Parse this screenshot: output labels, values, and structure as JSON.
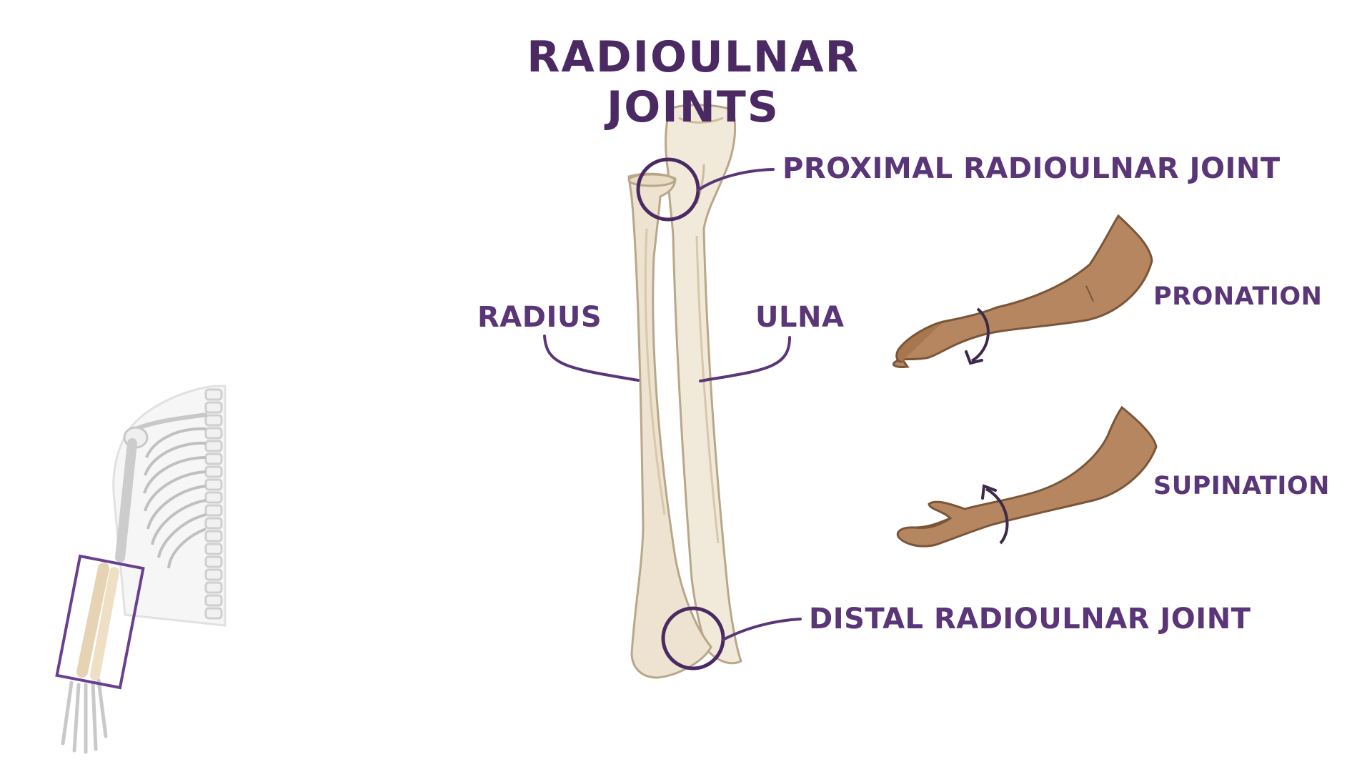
{
  "title": "RADIOULNAR JOINTS",
  "labels": {
    "proximal_joint": "PROXIMAL RADIOULNAR JOINT",
    "distal_joint": "DISTAL RADIOULNAR JOINT",
    "radius": "RADIUS",
    "ulna": "ULNA",
    "pronation": "PRONATION",
    "supination": "SUPINATION"
  },
  "colors": {
    "label_purple": "#5a3577",
    "title_purple": "#4b2a63",
    "bone_fill": "#efe6d6",
    "bone_outline": "#b9a789",
    "skin": "#b5865f",
    "skin_outline": "#7a5639"
  },
  "icons": {
    "skeleton_thumbnail": "upper-body-skeleton-icon",
    "pronation_arm": "forearm-pronation-icon",
    "supination_arm": "forearm-supination-icon"
  }
}
